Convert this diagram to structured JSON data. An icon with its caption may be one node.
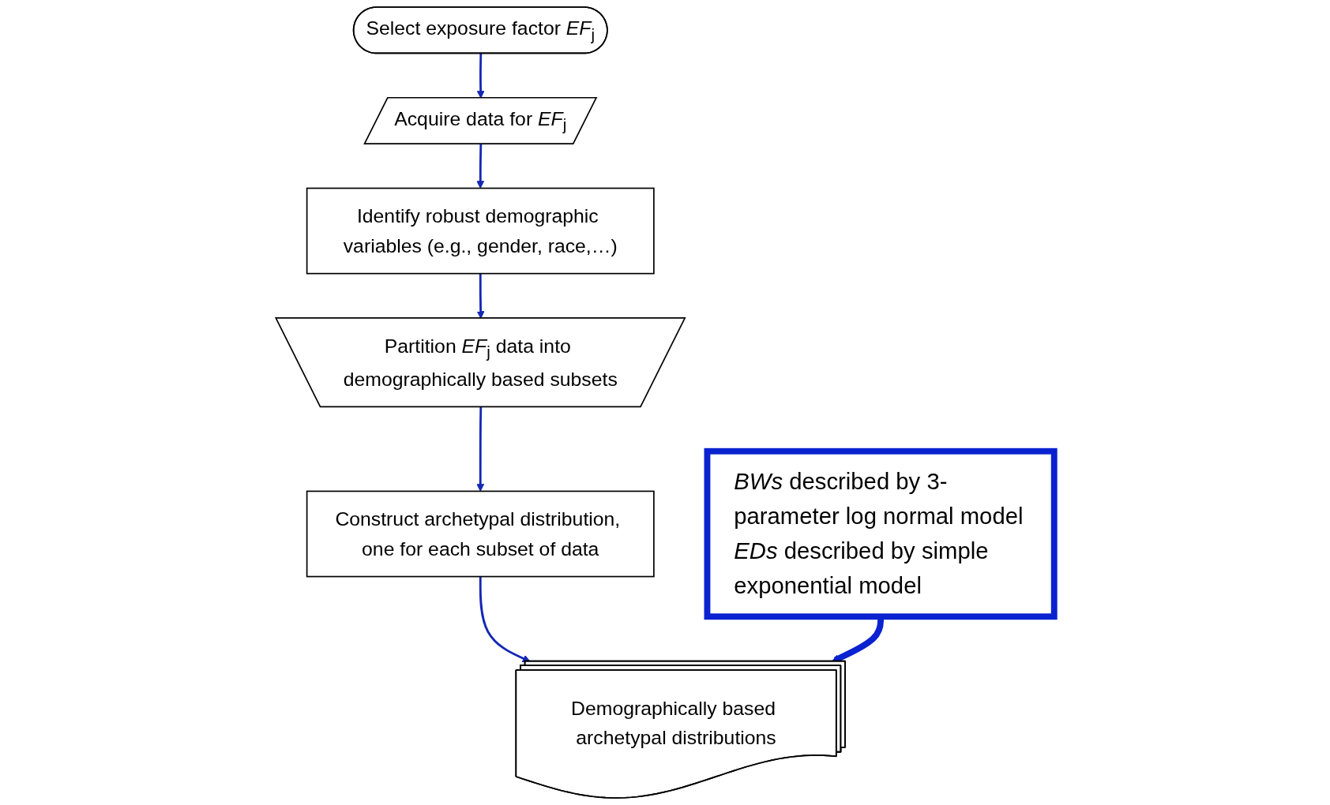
{
  "diagram": {
    "nodes": [
      {
        "text": [
          "Select exposure factor *EF*$_{j}$"
        ]
      },
      {
        "text": [
          "Acquire data for *EF*$_{j}$"
        ]
      },
      {
        "text": [
          "Identify robust demographic variables (e.g., gender, race,…)"
        ]
      },
      {
        "text": [
          "Partition *EF*$_{j}$ data into demographically based subsets"
        ]
      },
      {
        "text": [
          "Construct archetypal distribution, one for each subset of data"
        ]
      },
      {
        "text": [
          "Demographically based archetypal distributions"
        ]
      },
      {
        "text": [
          "*BWs* described by 3-parameter log normal model",
          "*EDs* described by simple exponential model"
        ]
      }
    ],
    "edges": [
      {
        "from": 0,
        "to": 1,
        "arrow": "to"
      },
      {
        "from": 1,
        "to": 2,
        "arrow": "to"
      },
      {
        "from": 2,
        "to": 3,
        "arrow": "to"
      },
      {
        "from": 3,
        "to": 4,
        "arrow": "to"
      },
      {
        "from": 4,
        "to": 5,
        "arrow": "to"
      },
      {
        "from": 6,
        "to": 5,
        "arrow": "to",
        "style": "thick"
      }
    ]
  }
}
